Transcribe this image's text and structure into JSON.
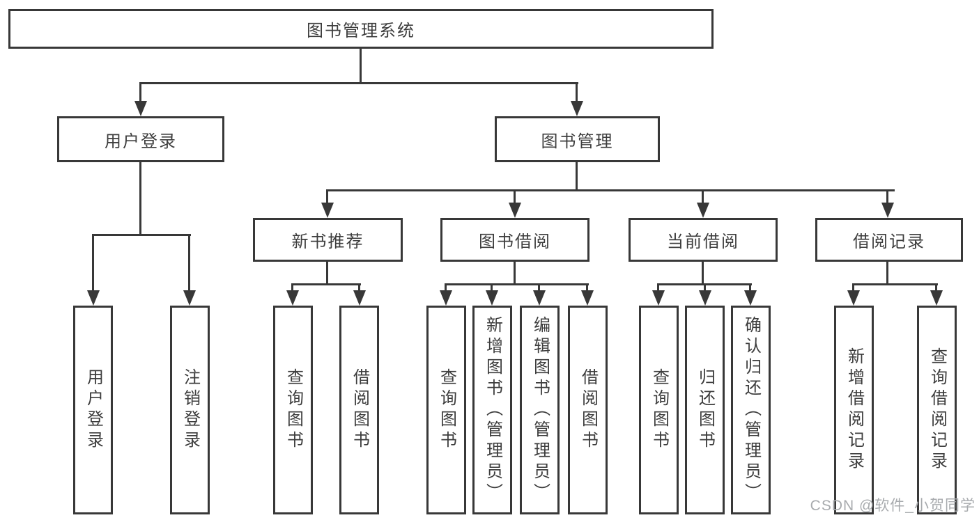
{
  "diagram_type": "tree-structure-chart",
  "colors": {
    "line": "#383838",
    "text": "#3d3d3d",
    "watermark": "#a8abae",
    "bg": "#ffffff"
  },
  "tree": {
    "root": {
      "label": "图书管理系统",
      "children": [
        {
          "label": "用户登录",
          "children": [
            {
              "label": "用户登录"
            },
            {
              "label": "注销登录"
            }
          ]
        },
        {
          "label": "图书管理",
          "children": [
            {
              "label": "新书推荐",
              "children": [
                {
                  "label": "查询图书"
                },
                {
                  "label": "借阅图书"
                }
              ]
            },
            {
              "label": "图书借阅",
              "children": [
                {
                  "label": "查询图书"
                },
                {
                  "label": "新增图书（管理员）"
                },
                {
                  "label": "编辑图书（管理员）"
                },
                {
                  "label": "借阅图书"
                }
              ]
            },
            {
              "label": "当前借阅",
              "children": [
                {
                  "label": "查询图书"
                },
                {
                  "label": "归还图书"
                },
                {
                  "label": "确认归还（管理员）"
                }
              ]
            },
            {
              "label": "借阅记录",
              "children": [
                {
                  "label": "新增借阅记录"
                },
                {
                  "label": "查询借阅记录"
                }
              ]
            }
          ]
        }
      ]
    }
  },
  "watermark": "CSDN @软件_小贺同学"
}
